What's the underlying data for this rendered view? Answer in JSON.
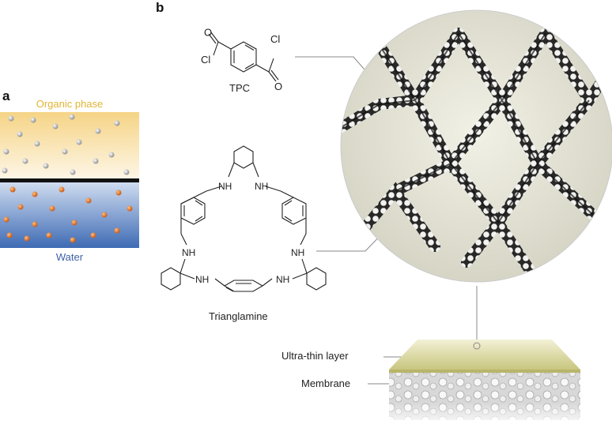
{
  "panel_a": {
    "letter": "a",
    "top_phase_label": "Organic phase",
    "bottom_phase_label": "Water",
    "colors": {
      "organic": "#f7d98a",
      "water": "#3f6fb8",
      "organic_text": "#e2b534",
      "water_text": "#3f62a8"
    }
  },
  "panel_b": {
    "letter": "b",
    "tpc_label": "TPC",
    "triang_label": "Trianglamine",
    "atom_O": "O",
    "atom_Cl": "Cl",
    "atom_NH": "NH",
    "layer_label": "Ultra-thin layer",
    "membrane_label": "Membrane"
  }
}
